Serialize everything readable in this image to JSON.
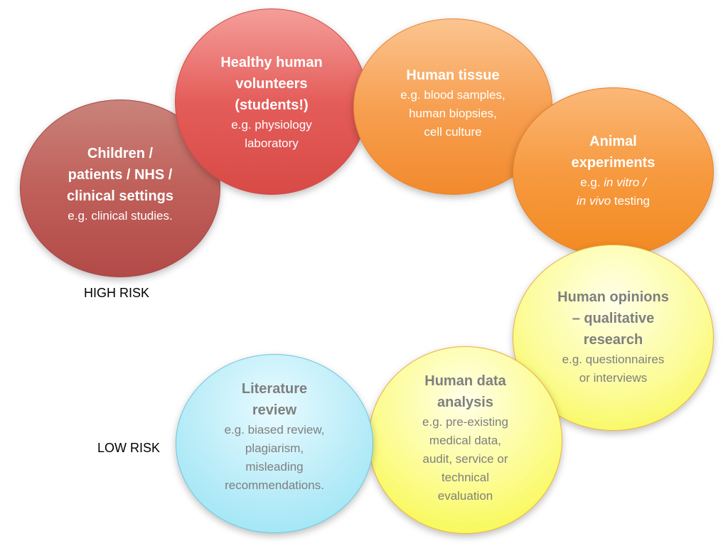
{
  "circles": {
    "children": {
      "title": [
        "Children /",
        "patients / NHS /",
        "clinical settings"
      ],
      "desc": [
        "e.g. clinical studies."
      ]
    },
    "healthy": {
      "title": [
        "Healthy human",
        "volunteers",
        "(students!)"
      ],
      "desc": [
        "e.g. physiology",
        "laboratory"
      ]
    },
    "tissue": {
      "title": [
        "Human tissue"
      ],
      "desc": [
        "e.g. blood samples,",
        "human biopsies,",
        "cell culture"
      ]
    },
    "animal": {
      "title": [
        "Animal",
        "experiments"
      ],
      "desc_line1_prefix": "e.g. ",
      "desc_line1_italic": "in vitro /",
      "desc_line2_italic": "in vivo",
      "desc_line2_suffix": " testing"
    },
    "opinions": {
      "title": [
        "Human opinions",
        "– qualitative",
        "research"
      ],
      "desc": [
        "e.g. questionnaires",
        "or interviews"
      ]
    },
    "data": {
      "title": [
        "Human data",
        "analysis"
      ],
      "desc": [
        "e.g. pre-existing",
        "medical data,",
        "audit, service or",
        "technical",
        "evaluation"
      ]
    },
    "literature": {
      "title": [
        "Literature",
        "review"
      ],
      "desc": [
        "e.g. biased review,",
        "plagiarism,",
        "misleading",
        "recommendations."
      ]
    }
  },
  "labels": {
    "high_risk": "HIGH RISK",
    "low_risk": "LOW RISK"
  },
  "colors": {
    "children": "#c0605a",
    "healthy": "#e45d5a",
    "tissue": "#f7a052",
    "animal": "#f79a40",
    "opinions": "#fcfc9a",
    "data": "#fcfc8e",
    "literature": "#b9ecf8"
  }
}
